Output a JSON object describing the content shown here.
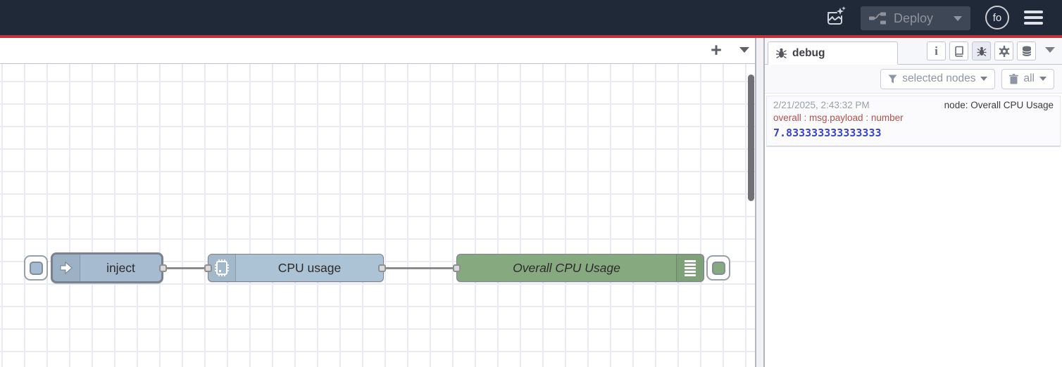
{
  "header": {
    "deploy_label": "Deploy",
    "avatar_text": "fo"
  },
  "workspace": {
    "add_flow_glyph": "+"
  },
  "flow": {
    "nodes": {
      "inject": {
        "label": "inject",
        "type": "inject",
        "selected": true
      },
      "cpu": {
        "label": "CPU usage",
        "type": "function"
      },
      "debug": {
        "label": "Overall CPU Usage",
        "type": "debug"
      }
    }
  },
  "sidebar": {
    "tab_title": "debug",
    "info_glyph": "i",
    "filter_label": "selected nodes",
    "clear_label": "all",
    "messages": [
      {
        "timestamp": "2/21/2025, 2:43:32 PM",
        "node": "node: Overall CPU Usage",
        "property": "overall : msg.payload : number",
        "value": "7.833333333333333"
      }
    ]
  },
  "colors": {
    "header_bg": "#202938",
    "red_line": "#c2333a",
    "inject_node": "#a6bbcf",
    "cpu_node": "#acc3d5",
    "debug_node": "#87a980",
    "selected_border": "#ff7f0e",
    "wire": "#8b8b8b",
    "msg_property_text": "#b0524a",
    "msg_value_number": "#3742d1"
  }
}
